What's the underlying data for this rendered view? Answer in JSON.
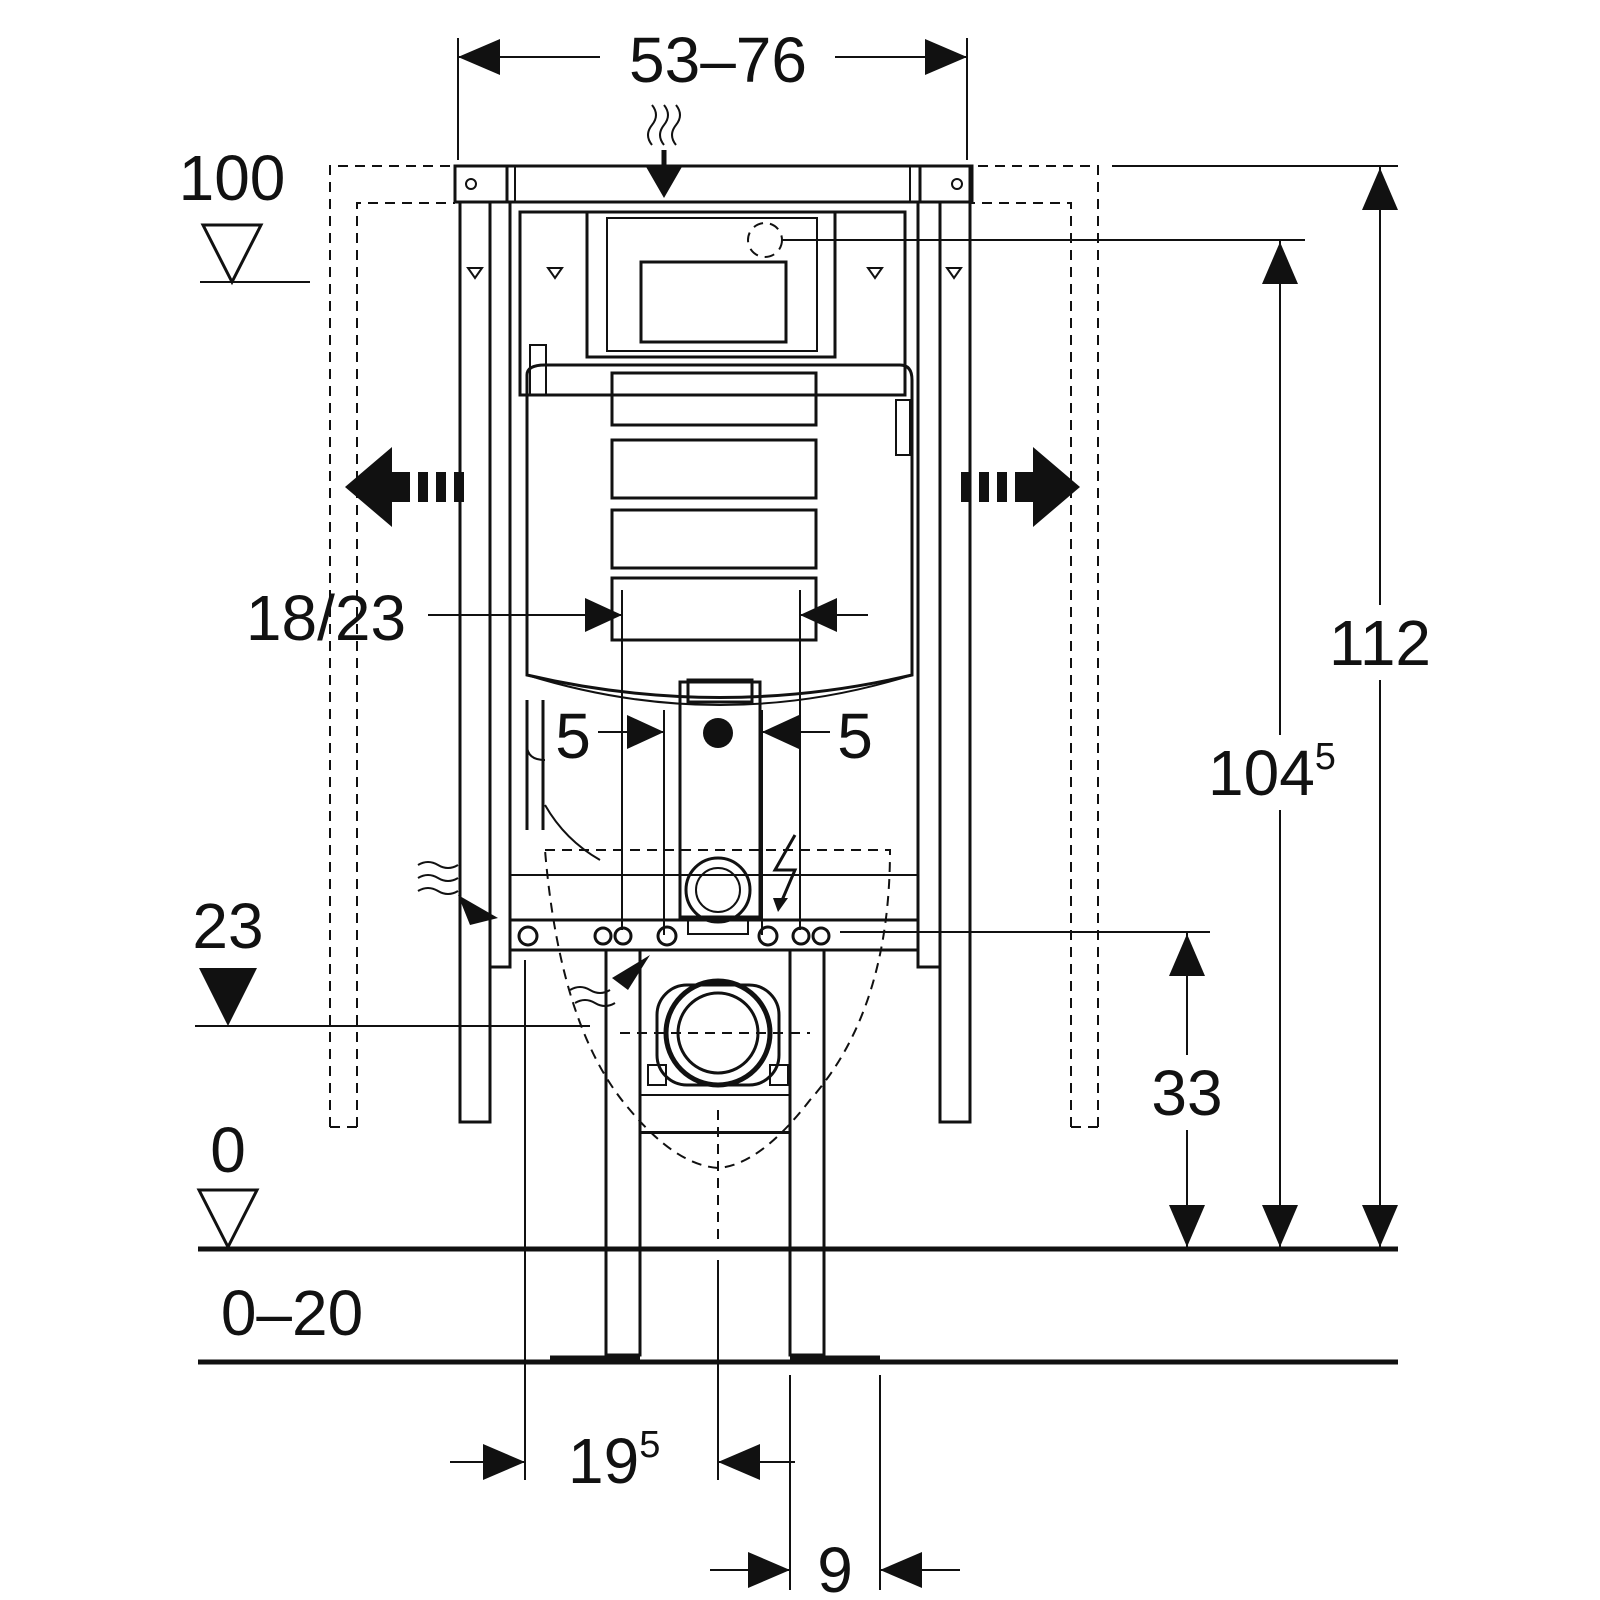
{
  "diagram": {
    "dimensions": {
      "frame_width": "53–76",
      "level_top": "100",
      "total_height": "112",
      "connection_height_main": "104",
      "connection_height_sup": "5",
      "plate_spacing": "18/23",
      "offset_left": "5",
      "offset_right": "5",
      "level_mid": "23",
      "drain_height": "33",
      "level_floor": "0",
      "floor_adjust": "0–20",
      "axis_offset_main": "19",
      "axis_offset_sup": "5",
      "leg_spacing": "9"
    },
    "colors": {
      "line": "#111111",
      "background": "#ffffff"
    }
  }
}
